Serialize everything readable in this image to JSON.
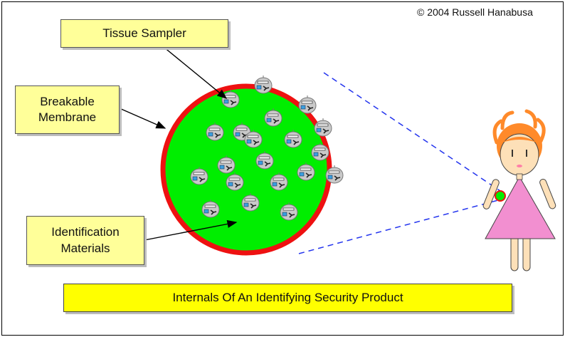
{
  "copyright": "© 2004 Russell Hanabusa",
  "callouts": {
    "tissue_sampler": "Tissue Sampler",
    "membrane_line1": "Breakable",
    "membrane_line2": "Membrane",
    "identification_line1": "Identification",
    "identification_line2": "Materials"
  },
  "caption": "Internals Of An Identifying Security Product",
  "colors": {
    "membrane_fill": "#00ee00",
    "membrane_border": "#ee1111",
    "callout_fill": "#ffff99",
    "caption_fill": "#ffff00",
    "zoom_lines": "#2233ee",
    "dress": "#f28fd0",
    "hair": "#ff8a2a",
    "skin": "#fde0b8"
  }
}
